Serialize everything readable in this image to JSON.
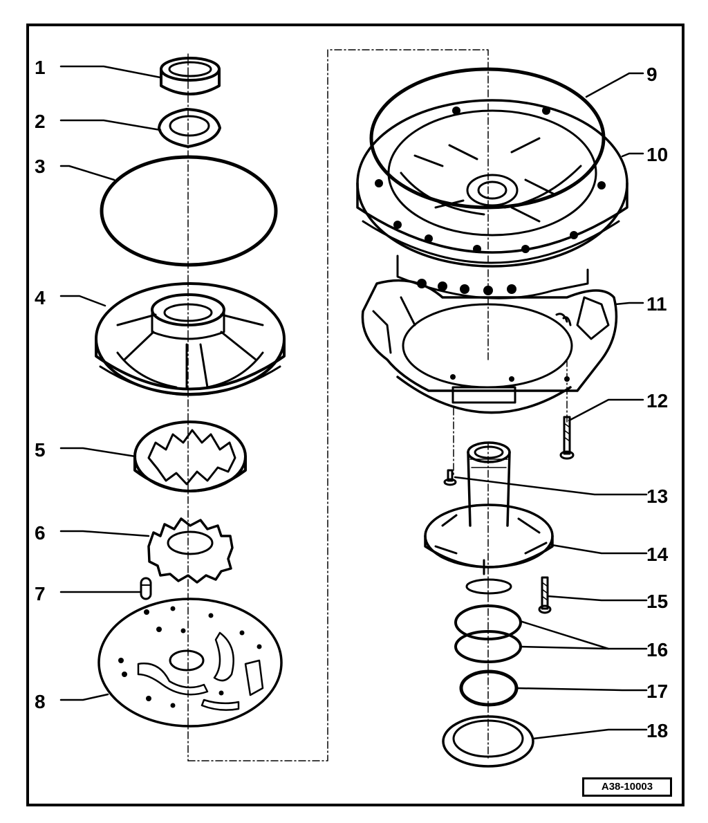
{
  "figure_reference": "A38-10003",
  "callouts": [
    {
      "key": "c1",
      "label": "1"
    },
    {
      "key": "c2",
      "label": "2"
    },
    {
      "key": "c3",
      "label": "3"
    },
    {
      "key": "c4",
      "label": "4"
    },
    {
      "key": "c5",
      "label": "5"
    },
    {
      "key": "c6",
      "label": "6"
    },
    {
      "key": "c7",
      "label": "7"
    },
    {
      "key": "c8",
      "label": "8"
    },
    {
      "key": "c9",
      "label": "9"
    },
    {
      "key": "c10",
      "label": "10"
    },
    {
      "key": "c11",
      "label": "11"
    },
    {
      "key": "c12",
      "label": "12"
    },
    {
      "key": "c13",
      "label": "13"
    },
    {
      "key": "c14",
      "label": "14"
    },
    {
      "key": "c15",
      "label": "15"
    },
    {
      "key": "c16",
      "label": "16"
    },
    {
      "key": "c17",
      "label": "17"
    },
    {
      "key": "c18",
      "label": "18"
    }
  ]
}
